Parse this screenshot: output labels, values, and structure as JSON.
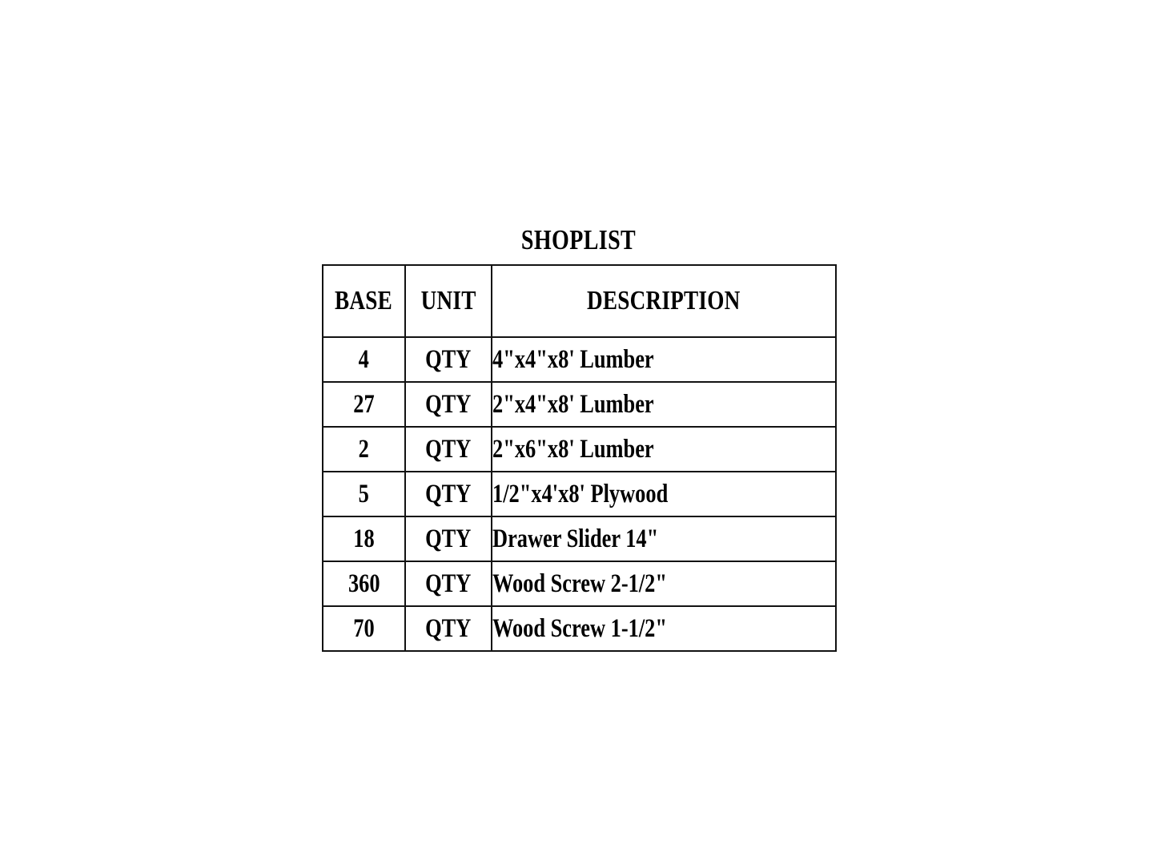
{
  "document": {
    "title": "SHOPLIST",
    "background_color": "#ffffff",
    "text_color": "#000000",
    "border_color": "#121212"
  },
  "table": {
    "columns": [
      {
        "key": "base",
        "label": "BASE"
      },
      {
        "key": "unit",
        "label": "UNIT"
      },
      {
        "key": "description",
        "label": "DESCRIPTION"
      }
    ],
    "rows": [
      {
        "base": "4",
        "unit": "QTY",
        "description": "4\"x4\"x8' Lumber"
      },
      {
        "base": "27",
        "unit": "QTY",
        "description": "2\"x4\"x8' Lumber"
      },
      {
        "base": "2",
        "unit": "QTY",
        "description": "2\"x6\"x8' Lumber"
      },
      {
        "base": "5",
        "unit": "QTY",
        "description": "1/2\"x4'x8' Plywood"
      },
      {
        "base": "18",
        "unit": "QTY",
        "description": "Drawer Slider 14\""
      },
      {
        "base": "360",
        "unit": "QTY",
        "description": "Wood Screw 2-1/2\""
      },
      {
        "base": "70",
        "unit": "QTY",
        "description": "Wood Screw 1-1/2\""
      }
    ]
  }
}
